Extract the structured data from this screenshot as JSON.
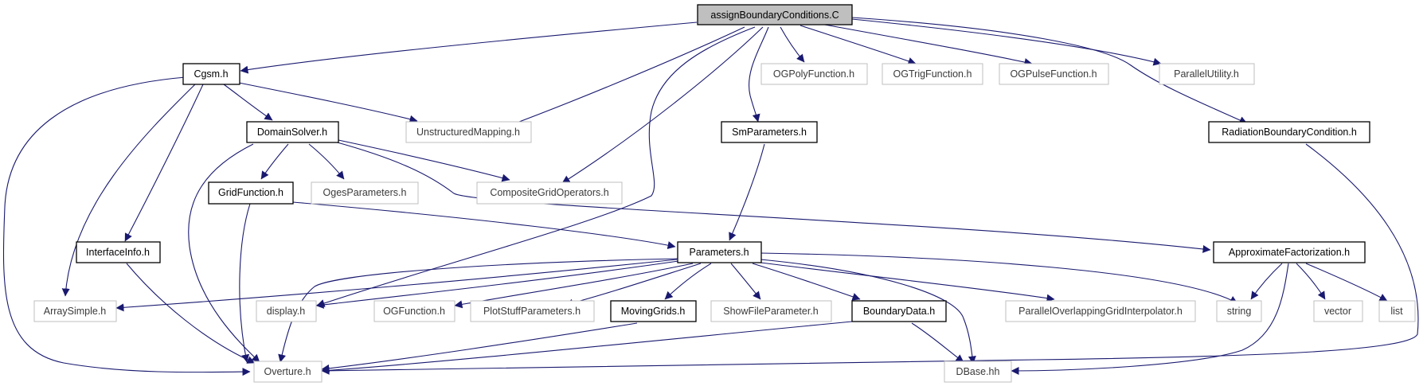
{
  "colors": {
    "edge": "#191970",
    "root_fill": "#bfbfbf",
    "node_border": "#000000",
    "missing_border": "#bfbfbf",
    "background": "#ffffff"
  },
  "nodes": {
    "assign": "assignBoundaryConditions.C",
    "cgsm": "Cgsm.h",
    "ogpoly": "OGPolyFunction.h",
    "ogtrig": "OGTrigFunction.h",
    "ogpulse": "OGPulseFunction.h",
    "parutil": "ParallelUtility.h",
    "domsolver": "DomainSolver.h",
    "unstruct": "UnstructuredMapping.h",
    "smparams": "SmParameters.h",
    "radiation": "RadiationBoundaryCondition.h",
    "gridfunc": "GridFunction.h",
    "oges": "OgesParameters.h",
    "compgrid": "CompositeGridOperators.h",
    "interface": "InterfaceInfo.h",
    "params": "Parameters.h",
    "approx": "ApproximateFactorization.h",
    "arraysimple": "ArraySimple.h",
    "display": "display.h",
    "ogfunc": "OGFunction.h",
    "plotstuff": "PlotStuffParameters.h",
    "moving": "MovingGrids.h",
    "showfile": "ShowFileParameter.h",
    "bdata": "BoundaryData.h",
    "parovg": "ParallelOverlappingGridInterpolator.h",
    "string": "string",
    "vector": "vector",
    "list": "list",
    "overture": "Overture.h",
    "dbase": "DBase.hh"
  }
}
